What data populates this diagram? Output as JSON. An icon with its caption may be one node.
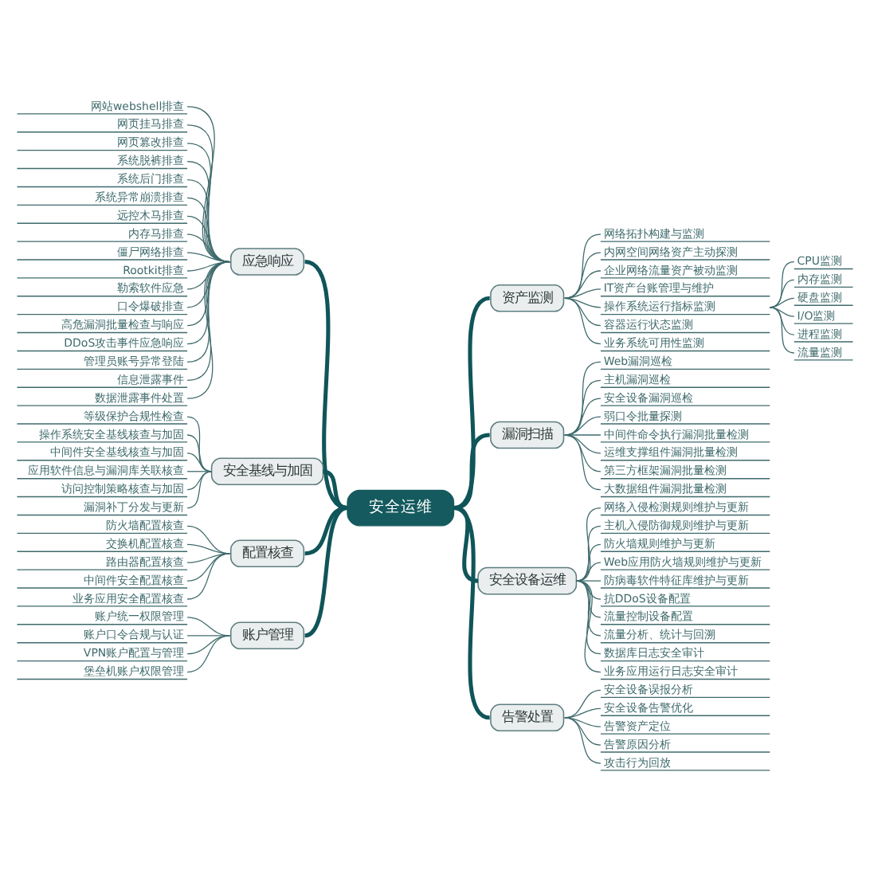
{
  "diagram": {
    "nodes": [
      {
        "text": [
          "安全运维"
        ]
      },
      {
        "text": [
          "应急响应"
        ]
      },
      {
        "text": [
          "网站webshell排查"
        ]
      },
      {
        "text": [
          "网页挂马排查"
        ]
      },
      {
        "text": [
          "网页篡改排查"
        ]
      },
      {
        "text": [
          "系统脱裤排查"
        ]
      },
      {
        "text": [
          "系统后门排查"
        ]
      },
      {
        "text": [
          "系统异常崩溃排查"
        ]
      },
      {
        "text": [
          "远控木马排查"
        ]
      },
      {
        "text": [
          "内存马排查"
        ]
      },
      {
        "text": [
          "僵尸网络排查"
        ]
      },
      {
        "text": [
          "Rootkit排查"
        ]
      },
      {
        "text": [
          "勒索软件应急"
        ]
      },
      {
        "text": [
          "口令爆破排查"
        ]
      },
      {
        "text": [
          "高危漏洞批量检查与响应"
        ]
      },
      {
        "text": [
          "DDoS攻击事件应急响应"
        ]
      },
      {
        "text": [
          "管理员账号异常登陆"
        ]
      },
      {
        "text": [
          "信息泄露事件"
        ]
      },
      {
        "text": [
          "数据泄露事件处置"
        ]
      },
      {
        "text": [
          "安全基线与加固"
        ]
      },
      {
        "text": [
          "等级保护合规性检查"
        ]
      },
      {
        "text": [
          "操作系统安全基线核查与加固"
        ]
      },
      {
        "text": [
          "中间件安全基线核查与加固"
        ]
      },
      {
        "text": [
          "应用软件信息与漏洞库关联核查"
        ]
      },
      {
        "text": [
          "访问控制策略核查与加固"
        ]
      },
      {
        "text": [
          "漏洞补丁分发与更新"
        ]
      },
      {
        "text": [
          "配置核查"
        ]
      },
      {
        "text": [
          "防火墙配置核查"
        ]
      },
      {
        "text": [
          "交换机配置核查"
        ]
      },
      {
        "text": [
          "路由器配置核查"
        ]
      },
      {
        "text": [
          "中间件安全配置核查"
        ]
      },
      {
        "text": [
          "业务应用安全配置核查"
        ]
      },
      {
        "text": [
          "账户管理"
        ]
      },
      {
        "text": [
          "账户统一权限管理"
        ]
      },
      {
        "text": [
          "账户口令合规与认证"
        ]
      },
      {
        "text": [
          "VPN账户配置与管理"
        ]
      },
      {
        "text": [
          "堡垒机账户权限管理"
        ]
      },
      {
        "text": [
          "资产监测"
        ]
      },
      {
        "text": [
          "网络拓扑构建与监测"
        ]
      },
      {
        "text": [
          "内网空间网络资产主动探测"
        ]
      },
      {
        "text": [
          "企业网络流量资产被动监测"
        ]
      },
      {
        "text": [
          "IT资产台账管理与维护"
        ]
      },
      {
        "text": [
          "操作系统运行指标监测"
        ]
      },
      {
        "text": [
          "CPU监测"
        ]
      },
      {
        "text": [
          "内存监测"
        ]
      },
      {
        "text": [
          "硬盘监测"
        ]
      },
      {
        "text": [
          "I/O监测"
        ]
      },
      {
        "text": [
          "进程监测"
        ]
      },
      {
        "text": [
          "流量监测"
        ]
      },
      {
        "text": [
          "容器运行状态监测"
        ]
      },
      {
        "text": [
          "业务系统可用性监测"
        ]
      },
      {
        "text": [
          "漏洞扫描"
        ]
      },
      {
        "text": [
          "Web漏洞巡检"
        ]
      },
      {
        "text": [
          "主机漏洞巡检"
        ]
      },
      {
        "text": [
          "安全设备漏洞巡检"
        ]
      },
      {
        "text": [
          "弱口令批量探测"
        ]
      },
      {
        "text": [
          "中间件命令执行漏洞批量检测"
        ]
      },
      {
        "text": [
          "运维支撑组件漏洞批量检测"
        ]
      },
      {
        "text": [
          "第三方框架漏洞批量检测"
        ]
      },
      {
        "text": [
          "大数据组件漏洞批量检测"
        ]
      },
      {
        "text": [
          "安全设备运维"
        ]
      },
      {
        "text": [
          "网络入侵检测规则维护与更新"
        ]
      },
      {
        "text": [
          "主机入侵防御规则维护与更新"
        ]
      },
      {
        "text": [
          "防火墙规则维护与更新"
        ]
      },
      {
        "text": [
          "Web应用防火墙规则维护与更新"
        ]
      },
      {
        "text": [
          "防病毒软件特征库维护与更新"
        ]
      },
      {
        "text": [
          "抗DDoS设备配置"
        ]
      },
      {
        "text": [
          "流量控制设备配置"
        ]
      },
      {
        "text": [
          "流量分析、统计与回溯"
        ]
      },
      {
        "text": [
          "数据库日志安全审计"
        ]
      },
      {
        "text": [
          "业务应用运行日志安全审计"
        ]
      },
      {
        "text": [
          "告警处置"
        ]
      },
      {
        "text": [
          "安全设备误报分析"
        ]
      },
      {
        "text": [
          "安全设备告警优化"
        ]
      },
      {
        "text": [
          "告警资产定位"
        ]
      },
      {
        "text": [
          "告警原因分析"
        ]
      },
      {
        "text": [
          "攻击行为回放"
        ]
      }
    ],
    "edges": [
      {
        "from": 1,
        "to": 0,
        "arrow": "none",
        "style": "thick"
      },
      {
        "from": 2,
        "to": 1,
        "arrow": "none"
      },
      {
        "from": 3,
        "to": 1,
        "arrow": "none"
      },
      {
        "from": 4,
        "to": 1,
        "arrow": "none"
      },
      {
        "from": 5,
        "to": 1,
        "arrow": "none"
      },
      {
        "from": 6,
        "to": 1,
        "arrow": "none"
      },
      {
        "from": 7,
        "to": 1,
        "arrow": "none"
      },
      {
        "from": 8,
        "to": 1,
        "arrow": "none"
      },
      {
        "from": 9,
        "to": 1,
        "arrow": "none"
      },
      {
        "from": 10,
        "to": 1,
        "arrow": "none"
      },
      {
        "from": 11,
        "to": 1,
        "arrow": "none"
      },
      {
        "from": 12,
        "to": 1,
        "arrow": "none"
      },
      {
        "from": 13,
        "to": 1,
        "arrow": "none"
      },
      {
        "from": 14,
        "to": 1,
        "arrow": "none"
      },
      {
        "from": 15,
        "to": 1,
        "arrow": "none"
      },
      {
        "from": 16,
        "to": 1,
        "arrow": "none"
      },
      {
        "from": 17,
        "to": 1,
        "arrow": "none"
      },
      {
        "from": 18,
        "to": 1,
        "arrow": "none"
      },
      {
        "from": 19,
        "to": 0,
        "arrow": "none",
        "style": "thick"
      },
      {
        "from": 20,
        "to": 19,
        "arrow": "none"
      },
      {
        "from": 21,
        "to": 19,
        "arrow": "none"
      },
      {
        "from": 22,
        "to": 19,
        "arrow": "none"
      },
      {
        "from": 23,
        "to": 19,
        "arrow": "none"
      },
      {
        "from": 24,
        "to": 19,
        "arrow": "none"
      },
      {
        "from": 25,
        "to": 19,
        "arrow": "none"
      },
      {
        "from": 26,
        "to": 0,
        "arrow": "none",
        "style": "thick"
      },
      {
        "from": 27,
        "to": 26,
        "arrow": "none"
      },
      {
        "from": 28,
        "to": 26,
        "arrow": "none"
      },
      {
        "from": 29,
        "to": 26,
        "arrow": "none"
      },
      {
        "from": 30,
        "to": 26,
        "arrow": "none"
      },
      {
        "from": 31,
        "to": 26,
        "arrow": "none"
      },
      {
        "from": 32,
        "to": 0,
        "arrow": "none",
        "style": "thick"
      },
      {
        "from": 33,
        "to": 32,
        "arrow": "none"
      },
      {
        "from": 34,
        "to": 32,
        "arrow": "none"
      },
      {
        "from": 35,
        "to": 32,
        "arrow": "none"
      },
      {
        "from": 36,
        "to": 32,
        "arrow": "none"
      },
      {
        "from": 0,
        "to": 37,
        "arrow": "none",
        "style": "thick"
      },
      {
        "from": 37,
        "to": 38,
        "arrow": "none"
      },
      {
        "from": 37,
        "to": 39,
        "arrow": "none"
      },
      {
        "from": 37,
        "to": 40,
        "arrow": "none"
      },
      {
        "from": 37,
        "to": 41,
        "arrow": "none"
      },
      {
        "from": 37,
        "to": 42,
        "arrow": "none"
      },
      {
        "from": 42,
        "to": 43,
        "arrow": "none"
      },
      {
        "from": 42,
        "to": 44,
        "arrow": "none"
      },
      {
        "from": 42,
        "to": 45,
        "arrow": "none"
      },
      {
        "from": 42,
        "to": 46,
        "arrow": "none"
      },
      {
        "from": 42,
        "to": 47,
        "arrow": "none"
      },
      {
        "from": 42,
        "to": 48,
        "arrow": "none"
      },
      {
        "from": 37,
        "to": 49,
        "arrow": "none"
      },
      {
        "from": 37,
        "to": 50,
        "arrow": "none"
      },
      {
        "from": 0,
        "to": 51,
        "arrow": "none",
        "style": "thick"
      },
      {
        "from": 51,
        "to": 52,
        "arrow": "none"
      },
      {
        "from": 51,
        "to": 53,
        "arrow": "none"
      },
      {
        "from": 51,
        "to": 54,
        "arrow": "none"
      },
      {
        "from": 51,
        "to": 55,
        "arrow": "none"
      },
      {
        "from": 51,
        "to": 56,
        "arrow": "none"
      },
      {
        "from": 51,
        "to": 57,
        "arrow": "none"
      },
      {
        "from": 51,
        "to": 58,
        "arrow": "none"
      },
      {
        "from": 51,
        "to": 59,
        "arrow": "none"
      },
      {
        "from": 0,
        "to": 60,
        "arrow": "none",
        "style": "thick"
      },
      {
        "from": 60,
        "to": 61,
        "arrow": "none"
      },
      {
        "from": 60,
        "to": 62,
        "arrow": "none"
      },
      {
        "from": 60,
        "to": 63,
        "arrow": "none"
      },
      {
        "from": 60,
        "to": 64,
        "arrow": "none"
      },
      {
        "from": 60,
        "to": 65,
        "arrow": "none"
      },
      {
        "from": 60,
        "to": 66,
        "arrow": "none"
      },
      {
        "from": 60,
        "to": 67,
        "arrow": "none"
      },
      {
        "from": 60,
        "to": 68,
        "arrow": "none"
      },
      {
        "from": 60,
        "to": 69,
        "arrow": "none"
      },
      {
        "from": 60,
        "to": 70,
        "arrow": "none"
      },
      {
        "from": 0,
        "to": 71,
        "arrow": "none",
        "style": "thick"
      },
      {
        "from": 71,
        "to": 72,
        "arrow": "none"
      },
      {
        "from": 71,
        "to": 73,
        "arrow": "none"
      },
      {
        "from": 71,
        "to": 74,
        "arrow": "none"
      },
      {
        "from": 71,
        "to": 75,
        "arrow": "none"
      },
      {
        "from": 71,
        "to": 76,
        "arrow": "none"
      }
    ]
  }
}
